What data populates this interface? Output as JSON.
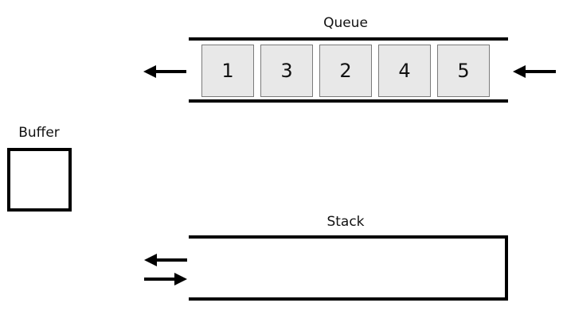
{
  "queue": {
    "label": "Queue",
    "items": [
      "1",
      "3",
      "2",
      "4",
      "5"
    ]
  },
  "buffer": {
    "label": "Buffer"
  },
  "stack": {
    "label": "Stack"
  },
  "icons": {
    "queue_out": "arrow-left-icon",
    "queue_in": "arrow-left-icon",
    "stack_pop": "arrow-left-icon",
    "stack_push": "arrow-right-icon"
  },
  "colors": {
    "stroke": "#000000",
    "cell_fill": "#e8e8e8",
    "cell_border": "#7a7a7a"
  }
}
